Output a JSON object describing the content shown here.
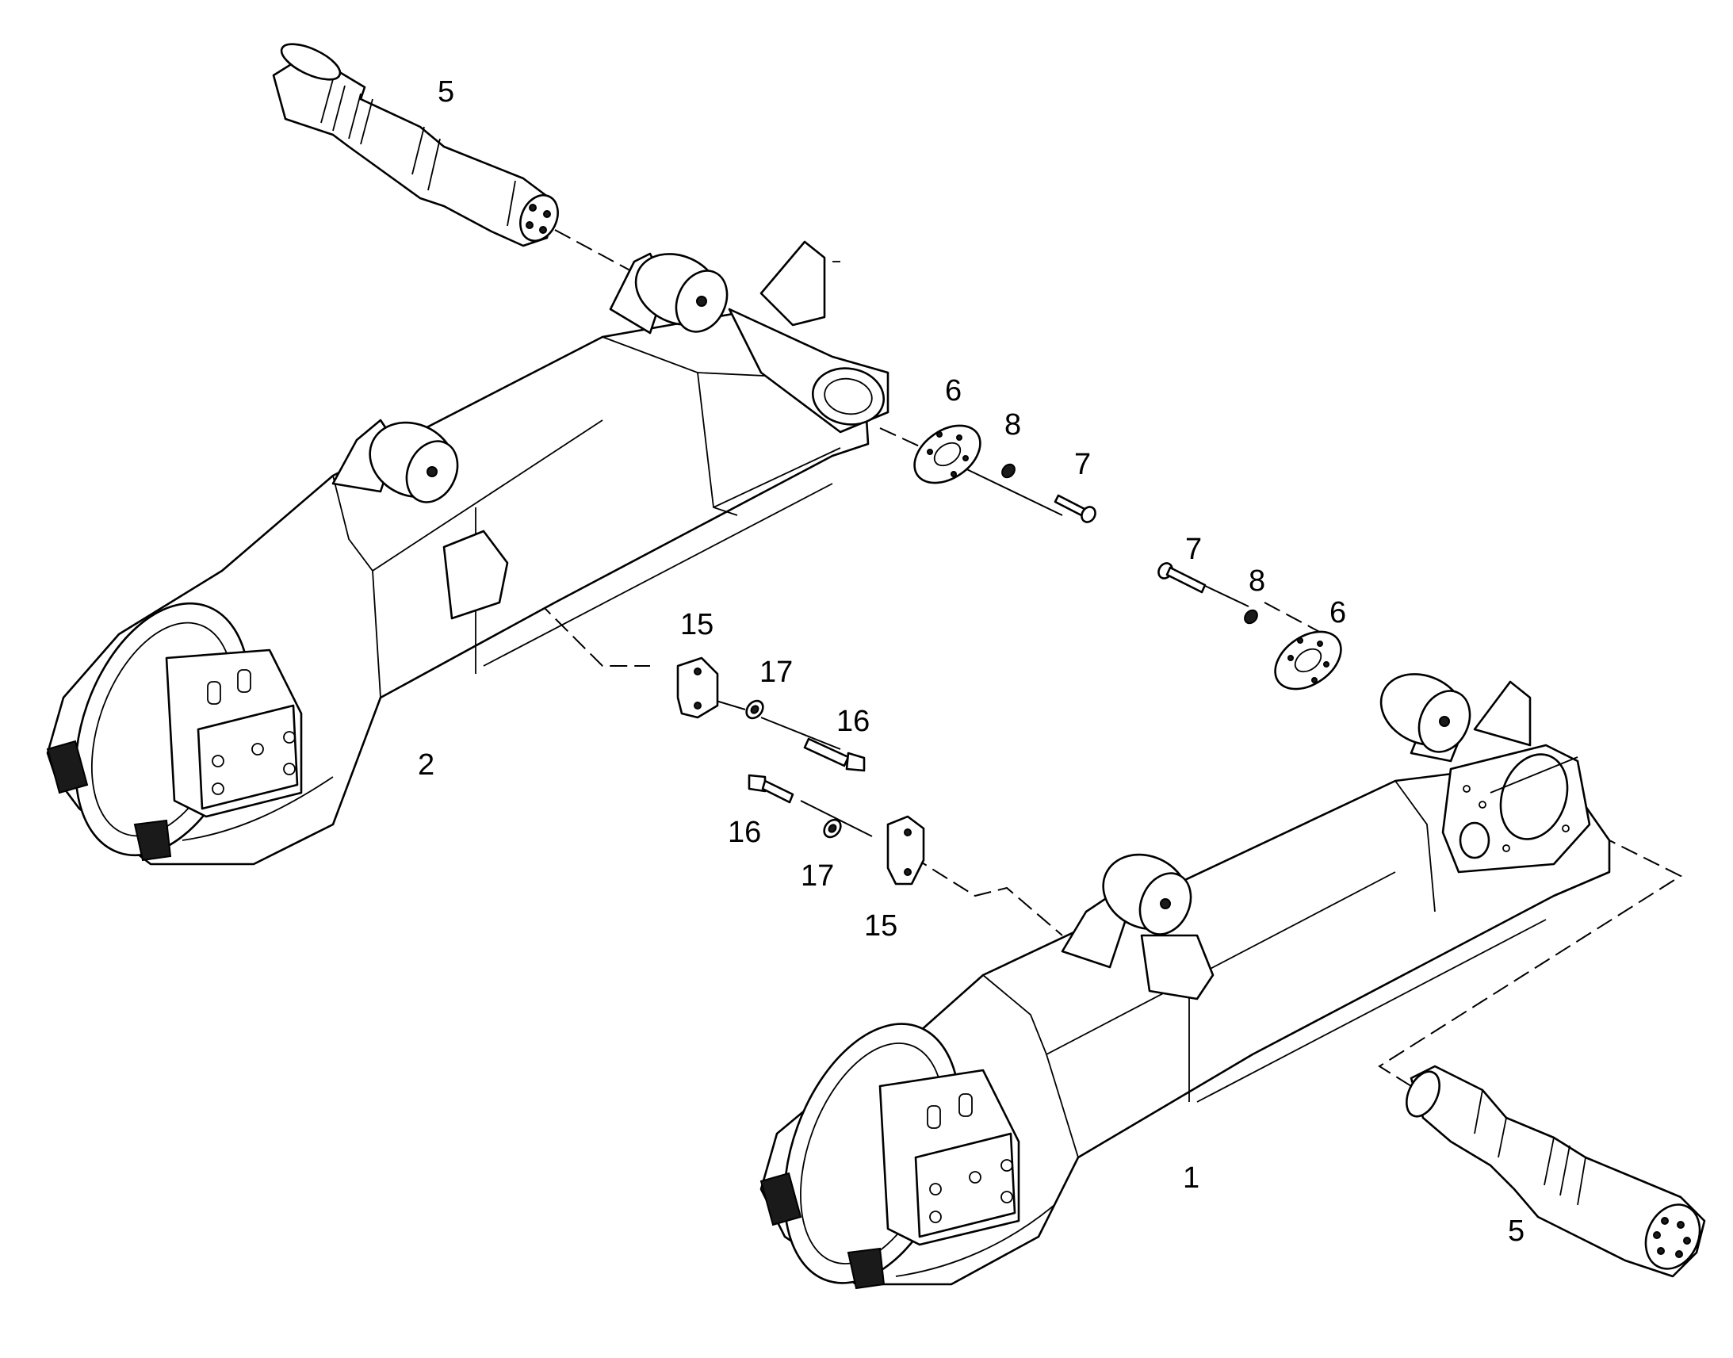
{
  "diagram": {
    "callouts": {
      "axle_top": "5",
      "washer_plate_upper": "6",
      "spacer_upper": "8",
      "bolt_upper": "7",
      "bolt_lower": "7",
      "spacer_lower": "8",
      "washer_plate_lower": "6",
      "clamp_upper": "15",
      "lockwasher_upper": "17",
      "screw_upper": "16",
      "frame_left": "2",
      "screw_lower": "16",
      "lockwasher_lower": "17",
      "clamp_lower": "15",
      "frame_right": "1",
      "axle_bottom": "5"
    },
    "colors": {
      "line": "#000000",
      "background": "#ffffff",
      "dark_fill": "#1a1a1a"
    }
  }
}
